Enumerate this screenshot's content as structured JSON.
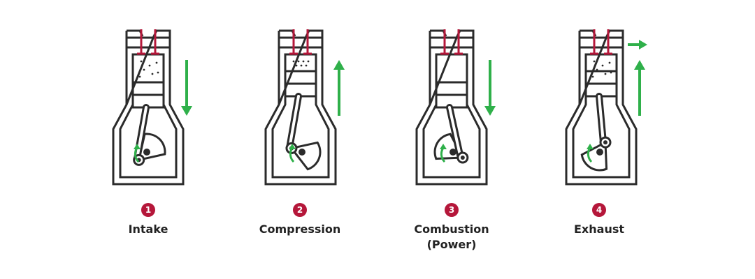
{
  "colors": {
    "stroke": "#2b2b2b",
    "valve": "#b5173a",
    "arrow": "#2fb04a",
    "badge": "#b5173a"
  },
  "stages": [
    {
      "number": "1",
      "label": "Intake",
      "piston": "down",
      "dots": "scattered",
      "exhaust_arrow": false
    },
    {
      "number": "2",
      "label": "Compression",
      "piston": "up",
      "dots": "compressed",
      "exhaust_arrow": false
    },
    {
      "number": "3",
      "label": "Combustion",
      "sublabel": "(Power)",
      "piston": "down",
      "dots": "none",
      "exhaust_arrow": false
    },
    {
      "number": "4",
      "label": "Exhaust",
      "piston": "up",
      "dots": "scattered",
      "exhaust_arrow": true
    }
  ]
}
